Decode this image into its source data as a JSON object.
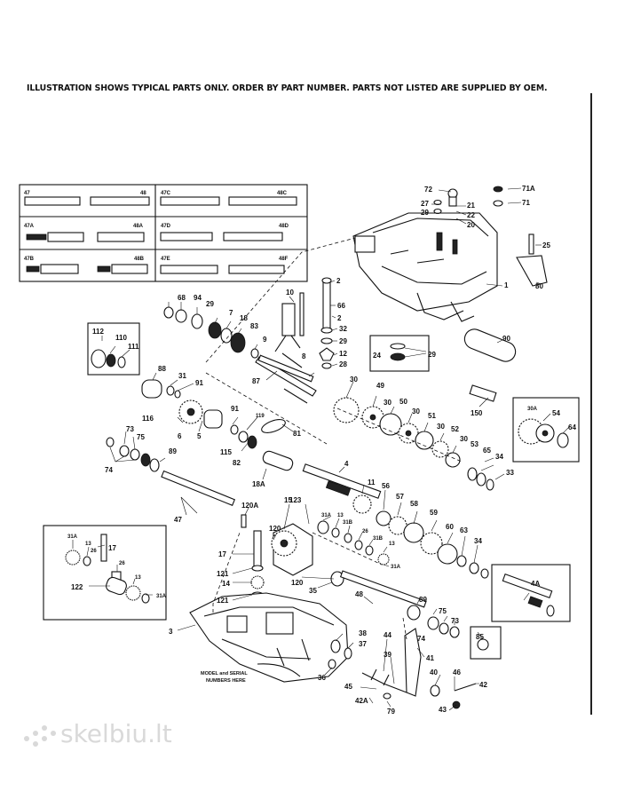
{
  "header": {
    "notice": "ILLUSTRATION SHOWS TYPICAL PARTS ONLY. ORDER BY PART NUMBER. PARTS NOT LISTED ARE SUPPLIED BY OEM."
  },
  "shaft_table": {
    "cells": [
      {
        "left": "47",
        "right": "48"
      },
      {
        "left": "47C",
        "right": "48C"
      },
      {
        "left": "47A",
        "right": "48A"
      },
      {
        "left": "47D",
        "right": "48D"
      },
      {
        "left": "47B",
        "right": "48B"
      },
      {
        "left": "47E",
        "right": "48F"
      }
    ]
  },
  "callouts": {
    "c72": "72",
    "c71A": "71A",
    "c71": "71",
    "c27": "27",
    "c29a": "29",
    "c21": "21",
    "c22": "22",
    "c20": "20",
    "c25": "25",
    "c1": "1",
    "c80": "80",
    "c68": "68",
    "c94": "94",
    "c29b": "29",
    "c7": "7",
    "c18": "18",
    "c83": "83",
    "c9": "9",
    "c10": "10",
    "c2": "2",
    "c66": "66",
    "c2b": "2",
    "c32": "32",
    "c29c": "29",
    "c112": "112",
    "c110": "110",
    "c111": "111",
    "c24": "24",
    "c29d": "29",
    "c12": "12",
    "c28": "28",
    "c8": "8",
    "c90": "90",
    "c88": "88",
    "c31": "31",
    "c91a": "91",
    "c87": "87",
    "c30a": "30",
    "c49": "49",
    "c30b": "30",
    "c50": "50",
    "c30c": "30",
    "c51": "51",
    "c30d": "30",
    "c52": "52",
    "c30e": "30",
    "c53": "53",
    "c116": "116",
    "c6": "6",
    "c5": "5",
    "c91b": "91",
    "c119": "119",
    "c81": "81",
    "c115": "115",
    "c82": "82",
    "c150": "150",
    "c30A": "30A",
    "c54": "54",
    "c64": "64",
    "c73": "73",
    "c75": "75",
    "c74": "74",
    "c89a": "89",
    "c18A": "18A",
    "c4": "4",
    "c65": "65",
    "c34a": "34",
    "c33": "33",
    "c47": "47",
    "c123": "123",
    "c11": "11",
    "c56": "56",
    "c57": "57",
    "c58": "58",
    "c59": "59",
    "c60": "60",
    "c63": "63",
    "c34b": "34",
    "c120A": "120A",
    "c15": "15",
    "c120a": "120",
    "c31Aa": "31A",
    "c13a": "13",
    "c31Ba": "31B",
    "c26a": "26",
    "c31Bb": "31B",
    "c13b": "13",
    "c31Ab": "31A",
    "c31Ac": "31A",
    "c13c": "13",
    "c26b": "26",
    "c17a": "17",
    "c26c": "26",
    "c13d": "13",
    "c122": "122",
    "c31Ad": "31A",
    "c17b": "17",
    "c121a": "121",
    "c14": "14",
    "c121b": "121",
    "c120b": "120",
    "c35": "35",
    "c48": "48",
    "c89b": "89",
    "c75b": "75",
    "c73b": "73",
    "c74b": "74",
    "c4A": "4A",
    "c3": "3",
    "c38": "38",
    "c37": "37",
    "c36": "36",
    "c44": "44",
    "c39": "39",
    "c41": "41",
    "c45": "45",
    "c42A": "42A",
    "c79": "79",
    "c40": "40",
    "c46": "46",
    "c42": "42",
    "c43": "43",
    "c85": "85"
  },
  "serial_note": {
    "line1": "MODEL and SERIAL",
    "line2": "NUMBERS HERE"
  },
  "watermark": {
    "text": "skelbiu.lt"
  }
}
